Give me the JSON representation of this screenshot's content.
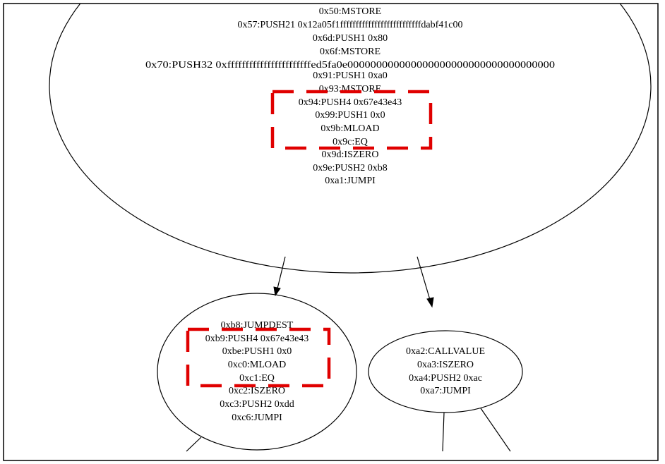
{
  "diagram": {
    "type": "control-flow-graph",
    "nodes": {
      "top": {
        "lines": [
          "0x50:MSTORE",
          "0x57:PUSH21 0x12a05f1ffffffffffffffffffffffffffdabf41c00",
          "0x6d:PUSH1 0x80",
          "0x6f:MSTORE",
          "0x70:PUSH32 0xfffffffffffffffffffffffed5fa0e000000000000000000000000000000000000",
          "0x91:PUSH1 0xa0",
          "0x93:MSTORE",
          "0x94:PUSH4 0x67e43e43",
          "0x99:PUSH1 0x0",
          "0x9b:MLOAD",
          "0x9c:EQ",
          "0x9d:ISZERO",
          "0x9e:PUSH2 0xb8",
          "0xa1:JUMPI"
        ]
      },
      "left": {
        "lines": [
          "0xb8:JUMPDEST",
          "0xb9:PUSH4 0x67e43e43",
          "0xbe:PUSH1 0x0",
          "0xc0:MLOAD",
          "0xc1:EQ",
          "0xc2:ISZERO",
          "0xc3:PUSH2 0xdd",
          "0xc6:JUMPI"
        ]
      },
      "right": {
        "lines": [
          "0xa2:CALLVALUE",
          "0xa3:ISZERO",
          "0xa4:PUSH2 0xac",
          "0xa7:JUMPI"
        ]
      }
    },
    "edges": [
      {
        "from": "top",
        "to": "left"
      },
      {
        "from": "top",
        "to": "right"
      }
    ],
    "highlight_color": "#e00000"
  }
}
